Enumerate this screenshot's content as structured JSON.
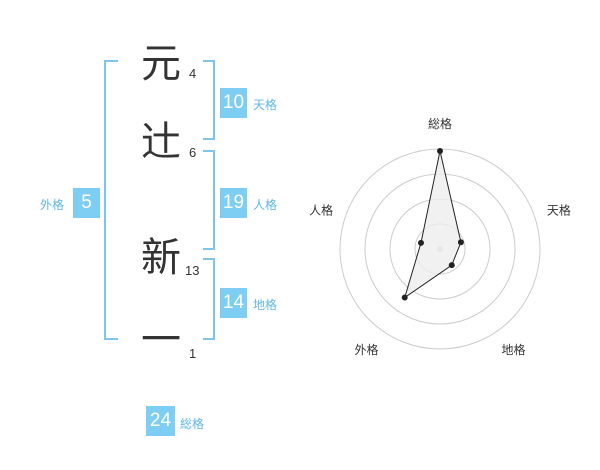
{
  "name_chars": [
    {
      "char": "元",
      "strokes": "4"
    },
    {
      "char": "辻",
      "strokes": "6"
    },
    {
      "char": "新",
      "strokes": "13"
    },
    {
      "char": "一",
      "strokes": "1"
    }
  ],
  "fortunes": {
    "tenkaku": {
      "value": "10",
      "label": "天格"
    },
    "jinkaku": {
      "value": "19",
      "label": "人格"
    },
    "chikaku": {
      "value": "14",
      "label": "地格"
    },
    "gaikaku": {
      "value": "5",
      "label": "外格"
    },
    "soukaku": {
      "value": "24",
      "label": "総格"
    }
  },
  "radar": {
    "axes": [
      "総格",
      "天格",
      "地格",
      "外格",
      "人格"
    ],
    "values": [
      0.98,
      0.22,
      0.2,
      0.6,
      0.2
    ],
    "rings": 4,
    "line_color": "#222222",
    "ring_color": "#cccccc",
    "fill_color": "#eeeeee"
  },
  "colors": {
    "accent": "#7ecdf3",
    "bracket": "#7ec4ec"
  }
}
